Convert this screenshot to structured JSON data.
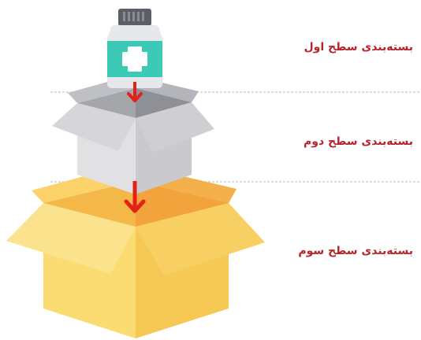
{
  "levels": [
    {
      "label": "بسته‌بندی سطح اول"
    },
    {
      "label": "بسته‌بندی سطح دوم"
    },
    {
      "label": "بسته‌بندی سطح سوم"
    }
  ],
  "colors": {
    "label_text": "#b5252c",
    "arrow": "#e32119",
    "divider": "#b8b8b8",
    "bottle_body": "#e6e8ec",
    "bottle_cap": "#5d5f66",
    "bottle_band": "#3cc9b6",
    "gray_box_front": "#e1e1e4",
    "gray_box_side": "#c9c9ce",
    "yellow_box_front": "#fadc73",
    "yellow_box_side": "#f6c955",
    "yellow_box_flap": "#f2a33c"
  },
  "icons": [
    "medicine-bottle-icon",
    "gray-cardboard-box-icon",
    "yellow-cardboard-box-icon",
    "arrow-down-icon"
  ]
}
